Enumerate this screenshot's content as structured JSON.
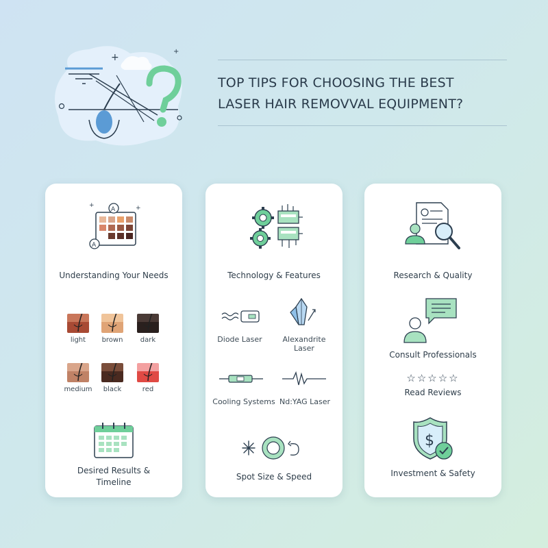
{
  "header": {
    "title_line1": "TOP TIPS FOR CHOOSING THE BEST",
    "title_line2": "LASER HAIR REMOVVAL EQUIPMENT?"
  },
  "cards": [
    {
      "title": "Understanding Your Needs",
      "skin_tones": [
        {
          "label": "light",
          "top": "#c9765a",
          "bottom": "#a84a34"
        },
        {
          "label": "brown",
          "top": "#f0c49a",
          "bottom": "#e0a476"
        },
        {
          "label": "dark",
          "top": "#4a3a36",
          "bottom": "#2a201e"
        },
        {
          "label": "medium",
          "top": "#d9a58a",
          "bottom": "#c08266"
        },
        {
          "label": "black",
          "top": "#7a4d3a",
          "bottom": "#4a2a20"
        },
        {
          "label": "red",
          "top": "#f3a0a0",
          "bottom": "#e04a44"
        }
      ],
      "bottom_title": "Desired Results &",
      "bottom_title2": "Timeline"
    },
    {
      "title": "Technology & Features",
      "items": [
        "Diode Laser",
        "Alexandrite Laser",
        "Cooling Systems",
        "Nd:YAG Laser",
        "Spot Size & Speed"
      ]
    },
    {
      "title": "Research & Quality",
      "consult": "Consult Professionals",
      "reviews": "Read Reviews",
      "rating": 5,
      "investment": "Investment & Safety"
    }
  ],
  "colors": {
    "accent": "#6fcf9a",
    "ink": "#2c3e4f",
    "blue": "#5b9bd5"
  }
}
